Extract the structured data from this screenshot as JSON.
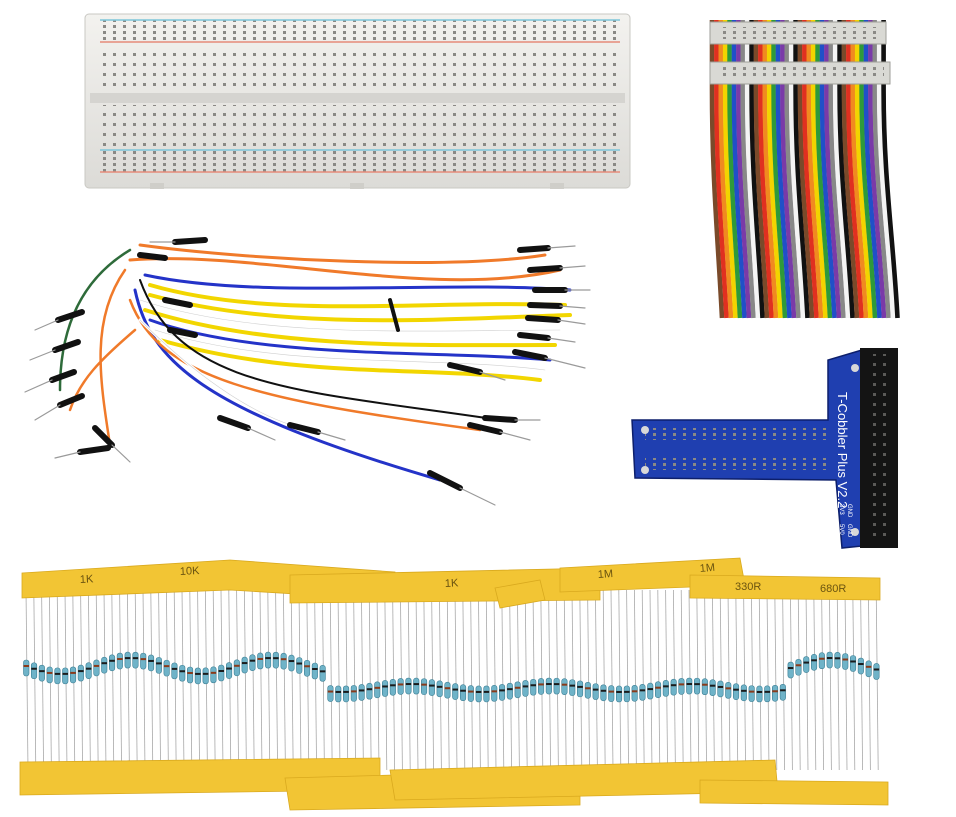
{
  "cobbler": {
    "title": "T-Cobbler Plus V2.2",
    "pin_labels": [
      "3V3",
      "5V0",
      "GND",
      "GND"
    ]
  },
  "resistor_tapes": {
    "labels": [
      "1M",
      "1K",
      "1M",
      "330R",
      "1K",
      "680R",
      "10K"
    ]
  },
  "colors": {
    "breadboard": "#ecebe8",
    "cobbler_pcb": "#1f3fb0",
    "tape": "#f2c534",
    "resistor_body": "#6fb3c8"
  }
}
